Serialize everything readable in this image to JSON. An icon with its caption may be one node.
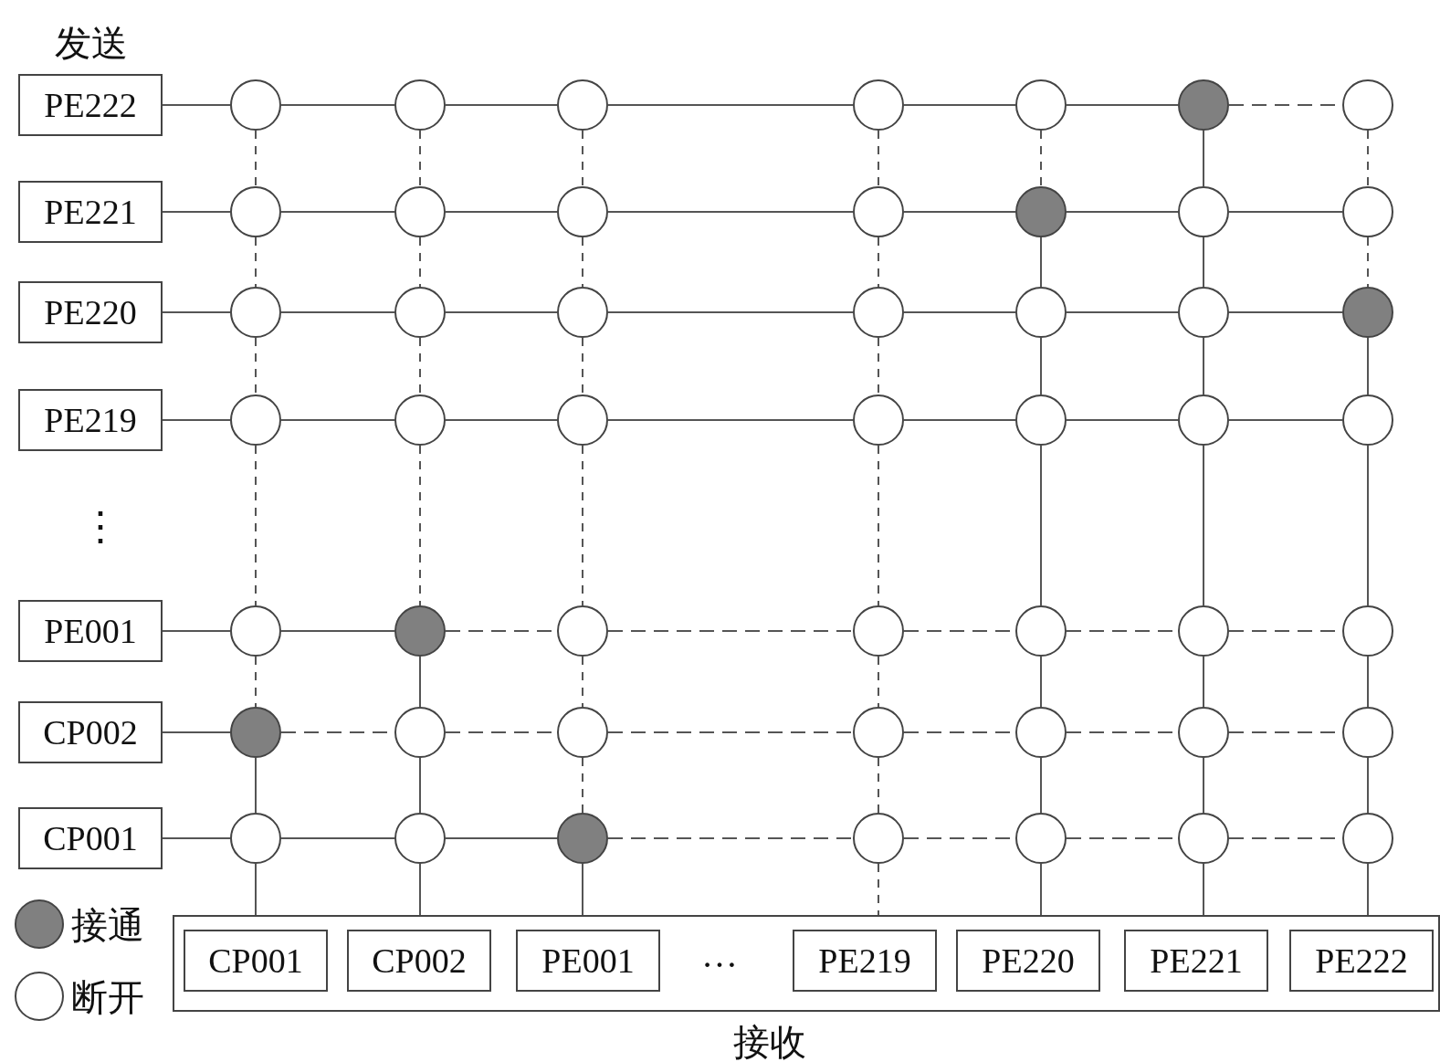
{
  "diagram": {
    "nodes": [
      {
        "text": [
          "PE222"
        ]
      },
      {
        "text": [],
        "shape": "circle"
      },
      {
        "text": [],
        "shape": "circle"
      },
      {
        "text": [],
        "shape": "circle"
      },
      {
        "text": [],
        "shape": "circle"
      },
      {
        "text": [],
        "shape": "circle"
      },
      {
        "text": [],
        "shape": "circle"
      },
      {
        "text": [],
        "shape": "circle"
      },
      {
        "text": [
          "PE221"
        ]
      },
      {
        "text": [],
        "shape": "circle"
      },
      {
        "text": [],
        "shape": "circle"
      },
      {
        "text": [],
        "shape": "circle"
      },
      {
        "text": [],
        "shape": "circle"
      },
      {
        "text": [],
        "shape": "circle"
      },
      {
        "text": [],
        "shape": "circle"
      },
      {
        "text": [],
        "shape": "circle"
      },
      {
        "text": [
          "PE220"
        ]
      },
      {
        "text": [],
        "shape": "circle"
      },
      {
        "text": [],
        "shape": "circle"
      },
      {
        "text": [],
        "shape": "circle"
      },
      {
        "text": [],
        "shape": "circle"
      },
      {
        "text": [],
        "shape": "circle"
      },
      {
        "text": [],
        "shape": "circle"
      },
      {
        "text": [],
        "shape": "circle"
      },
      {
        "text": [
          "PE219"
        ]
      },
      {
        "text": [],
        "shape": "circle"
      },
      {
        "text": [],
        "shape": "circle"
      },
      {
        "text": [],
        "shape": "circle"
      },
      {
        "text": [],
        "shape": "circle"
      },
      {
        "text": [],
        "shape": "circle"
      },
      {
        "text": [],
        "shape": "circle"
      },
      {
        "text": [],
        "shape": "circle"
      },
      {
        "text": [
          "PE001"
        ]
      },
      {
        "text": [],
        "shape": "circle"
      },
      {
        "text": [],
        "shape": "circle"
      },
      {
        "text": [],
        "shape": "circle"
      },
      {
        "text": [],
        "shape": "circle"
      },
      {
        "text": [],
        "shape": "circle"
      },
      {
        "text": [],
        "shape": "circle"
      },
      {
        "text": [],
        "shape": "circle"
      },
      {
        "text": [
          "CP002"
        ]
      },
      {
        "text": [],
        "shape": "circle"
      },
      {
        "text": [],
        "shape": "circle"
      },
      {
        "text": [],
        "shape": "circle"
      },
      {
        "text": [],
        "shape": "circle"
      },
      {
        "text": [],
        "shape": "circle"
      },
      {
        "text": [],
        "shape": "circle"
      },
      {
        "text": [],
        "shape": "circle"
      },
      {
        "text": [
          "CP001"
        ]
      },
      {
        "text": [],
        "shape": "circle"
      },
      {
        "text": [],
        "shape": "circle"
      },
      {
        "text": [],
        "shape": "circle"
      },
      {
        "text": [],
        "shape": "circle"
      },
      {
        "text": [],
        "shape": "circle"
      },
      {
        "text": [],
        "shape": "circle"
      },
      {
        "text": [],
        "shape": "circle"
      },
      {
        "text": [
          "接收"
        ]
      },
      {
        "text": [
          "CP001"
        ],
        "in": 56
      },
      {
        "text": [
          "CP002"
        ],
        "in": 56
      },
      {
        "text": [
          "PE001"
        ],
        "in": 56
      },
      {
        "text": [
          "PE219"
        ],
        "in": 56
      },
      {
        "text": [
          "PE220"
        ],
        "in": 56
      },
      {
        "text": [
          "PE221"
        ],
        "in": 56
      },
      {
        "text": [
          "PE222"
        ],
        "in": 56
      }
    ],
    "edges": [
      {
        "from": 0,
        "to": 1,
        "arrow": "none"
      },
      {
        "from": 1,
        "to": 2,
        "arrow": "none"
      },
      {
        "from": 2,
        "to": 3,
        "arrow": "none"
      },
      {
        "from": 3,
        "to": 4,
        "arrow": "none"
      },
      {
        "from": 4,
        "to": 5,
        "arrow": "none"
      },
      {
        "from": 5,
        "to": 6,
        "arrow": "none"
      },
      {
        "from": 6,
        "to": 7,
        "arrow": "none",
        "style": "dashed"
      },
      {
        "from": 8,
        "to": 9,
        "arrow": "none"
      },
      {
        "from": 9,
        "to": 10,
        "arrow": "none"
      },
      {
        "from": 10,
        "to": 11,
        "arrow": "none"
      },
      {
        "from": 11,
        "to": 12,
        "arrow": "none"
      },
      {
        "from": 12,
        "to": 13,
        "arrow": "none"
      },
      {
        "from": 13,
        "to": 14,
        "arrow": "none"
      },
      {
        "from": 14,
        "to": 15,
        "arrow": "none"
      },
      {
        "from": 16,
        "to": 17,
        "arrow": "none"
      },
      {
        "from": 17,
        "to": 18,
        "arrow": "none"
      },
      {
        "from": 18,
        "to": 19,
        "arrow": "none"
      },
      {
        "from": 19,
        "to": 20,
        "arrow": "none"
      },
      {
        "from": 20,
        "to": 21,
        "arrow": "none"
      },
      {
        "from": 21,
        "to": 22,
        "arrow": "none"
      },
      {
        "from": 22,
        "to": 23,
        "arrow": "none"
      },
      {
        "from": 24,
        "to": 25,
        "arrow": "none"
      },
      {
        "from": 25,
        "to": 26,
        "arrow": "none"
      },
      {
        "from": 26,
        "to": 27,
        "arrow": "none"
      },
      {
        "from": 27,
        "to": 28,
        "arrow": "none"
      },
      {
        "from": 28,
        "to": 29,
        "arrow": "none"
      },
      {
        "from": 29,
        "to": 30,
        "arrow": "none"
      },
      {
        "from": 30,
        "to": 31,
        "arrow": "none"
      },
      {
        "from": 32,
        "to": 33,
        "arrow": "none"
      },
      {
        "from": 33,
        "to": 34,
        "arrow": "none"
      },
      {
        "from": 34,
        "to": 35,
        "arrow": "none",
        "style": "dashed"
      },
      {
        "from": 35,
        "to": 36,
        "arrow": "none",
        "style": "dashed"
      },
      {
        "from": 36,
        "to": 37,
        "arrow": "none",
        "style": "dashed"
      },
      {
        "from": 37,
        "to": 38,
        "arrow": "none",
        "style": "dashed"
      },
      {
        "from": 38,
        "to": 39,
        "arrow": "none",
        "style": "dashed"
      },
      {
        "from": 40,
        "to": 41,
        "arrow": "none"
      },
      {
        "from": 41,
        "to": 42,
        "arrow": "none",
        "style": "dashed"
      },
      {
        "from": 42,
        "to": 43,
        "arrow": "none",
        "style": "dashed"
      },
      {
        "from": 43,
        "to": 44,
        "arrow": "none",
        "style": "dashed"
      },
      {
        "from": 44,
        "to": 45,
        "arrow": "none",
        "style": "dashed"
      },
      {
        "from": 45,
        "to": 46,
        "arrow": "none",
        "style": "dashed"
      },
      {
        "from": 46,
        "to": 47,
        "arrow": "none",
        "style": "dashed"
      },
      {
        "from": 48,
        "to": 49,
        "arrow": "none"
      },
      {
        "from": 49,
        "to": 50,
        "arrow": "none"
      },
      {
        "from": 50,
        "to": 51,
        "arrow": "none"
      },
      {
        "from": 51,
        "to": 52,
        "arrow": "none",
        "style": "dashed"
      },
      {
        "from": 52,
        "to": 53,
        "arrow": "none",
        "style": "dashed"
      },
      {
        "from": 53,
        "to": 54,
        "arrow": "none",
        "style": "dashed"
      },
      {
        "from": 54,
        "to": 55,
        "arrow": "none",
        "style": "dashed"
      },
      {
        "from": 1,
        "to": 9,
        "arrow": "none",
        "style": "dashed"
      },
      {
        "from": 9,
        "to": 17,
        "arrow": "none",
        "style": "dashed"
      },
      {
        "from": 17,
        "to": 25,
        "arrow": "none",
        "style": "dashed"
      },
      {
        "from": 25,
        "to": 33,
        "arrow": "none",
        "style": "dashed"
      },
      {
        "from": 33,
        "to": 41,
        "arrow": "none",
        "style": "dashed"
      },
      {
        "from": 41,
        "to": 49,
        "arrow": "none"
      },
      {
        "from": 49,
        "to": 57,
        "arrow": "none"
      },
      {
        "from": 2,
        "to": 10,
        "arrow": "none",
        "style": "dashed"
      },
      {
        "from": 10,
        "to": 18,
        "arrow": "none",
        "style": "dashed"
      },
      {
        "from": 18,
        "to": 26,
        "arrow": "none",
        "style": "dashed"
      },
      {
        "from": 26,
        "to": 34,
        "arrow": "none",
        "style": "dashed"
      },
      {
        "from": 34,
        "to": 42,
        "arrow": "none"
      },
      {
        "from": 42,
        "to": 50,
        "arrow": "none"
      },
      {
        "from": 50,
        "to": 58,
        "arrow": "none"
      },
      {
        "from": 3,
        "to": 11,
        "arrow": "none",
        "style": "dashed"
      },
      {
        "from": 11,
        "to": 19,
        "arrow": "none",
        "style": "dashed"
      },
      {
        "from": 19,
        "to": 27,
        "arrow": "none",
        "style": "dashed"
      },
      {
        "from": 27,
        "to": 35,
        "arrow": "none",
        "style": "dashed"
      },
      {
        "from": 35,
        "to": 43,
        "arrow": "none",
        "style": "dashed"
      },
      {
        "from": 43,
        "to": 51,
        "arrow": "none",
        "style": "dashed"
      },
      {
        "from": 51,
        "to": 59,
        "arrow": "none"
      },
      {
        "from": 4,
        "to": 12,
        "arrow": "none",
        "style": "dashed"
      },
      {
        "from": 12,
        "to": 20,
        "arrow": "none",
        "style": "dashed"
      },
      {
        "from": 20,
        "to": 28,
        "arrow": "none",
        "style": "dashed"
      },
      {
        "from": 28,
        "to": 36,
        "arrow": "none",
        "style": "dashed"
      },
      {
        "from": 36,
        "to": 44,
        "arrow": "none",
        "style": "dashed"
      },
      {
        "from": 44,
        "to": 52,
        "arrow": "none",
        "style": "dashed"
      },
      {
        "from": 52,
        "to": 60,
        "arrow": "none",
        "style": "dashed"
      },
      {
        "from": 5,
        "to": 13,
        "arrow": "none",
        "style": "dashed"
      },
      {
        "from": 13,
        "to": 21,
        "arrow": "none"
      },
      {
        "from": 21,
        "to": 29,
        "arrow": "none"
      },
      {
        "from": 29,
        "to": 37,
        "arrow": "none"
      },
      {
        "from": 37,
        "to": 45,
        "arrow": "none"
      },
      {
        "from": 45,
        "to": 53,
        "arrow": "none"
      },
      {
        "from": 53,
        "to": 61,
        "arrow": "none"
      },
      {
        "from": 6,
        "to": 14,
        "arrow": "none"
      },
      {
        "from": 14,
        "to": 22,
        "arrow": "none"
      },
      {
        "from": 22,
        "to": 30,
        "arrow": "none"
      },
      {
        "from": 30,
        "to": 38,
        "arrow": "none"
      },
      {
        "from": 38,
        "to": 46,
        "arrow": "none"
      },
      {
        "from": 46,
        "to": 54,
        "arrow": "none"
      },
      {
        "from": 54,
        "to": 62,
        "arrow": "none"
      },
      {
        "from": 7,
        "to": 15,
        "arrow": "none",
        "style": "dashed"
      },
      {
        "from": 15,
        "to": 23,
        "arrow": "none",
        "style": "dashed"
      },
      {
        "from": 23,
        "to": 31,
        "arrow": "none"
      },
      {
        "from": 31,
        "to": 39,
        "arrow": "none"
      },
      {
        "from": 39,
        "to": 47,
        "arrow": "none"
      },
      {
        "from": 47,
        "to": 55,
        "arrow": "none"
      },
      {
        "from": 55,
        "to": 63,
        "arrow": "none"
      }
    ],
    "labels": [
      "发送",
      "⋮",
      "…"
    ],
    "legend": [
      {
        "text": "接通",
        "color": "#808080"
      },
      {
        "text": "断开",
        "color": "#ffffff"
      }
    ]
  }
}
